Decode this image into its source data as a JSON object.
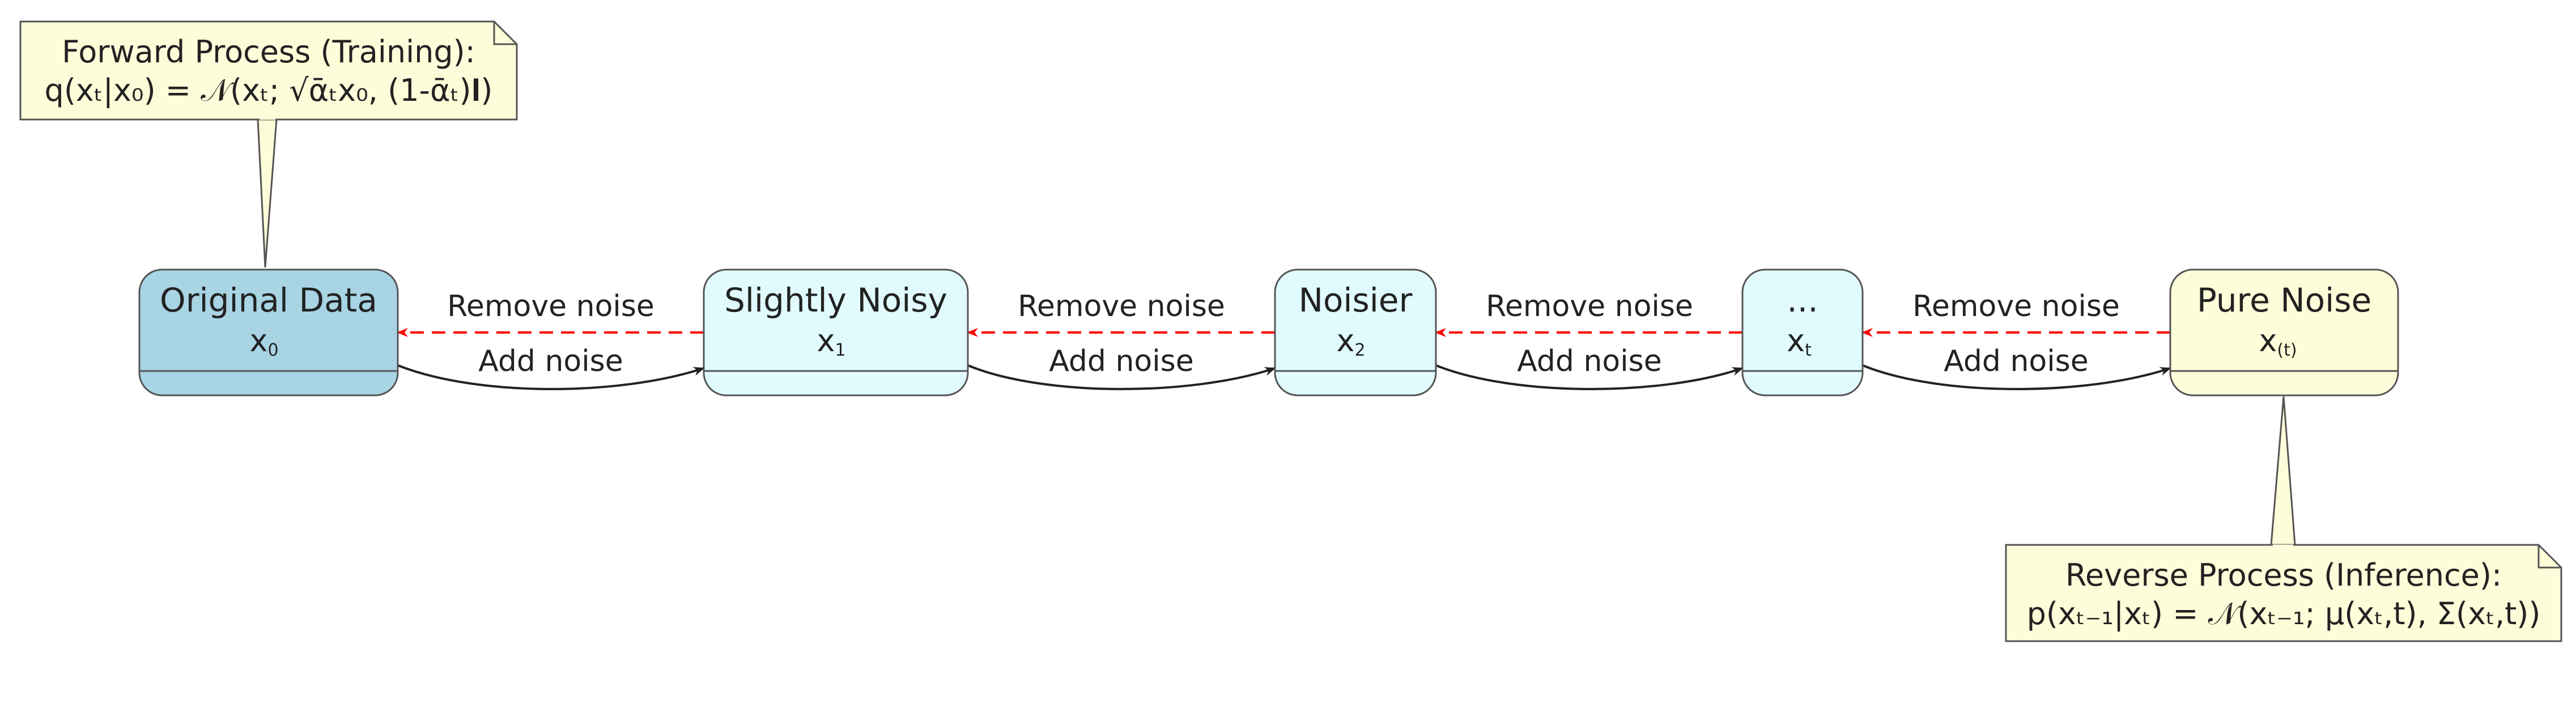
{
  "nodes": [
    {
      "title": "Original Data",
      "symbol": "x",
      "subscript": "0",
      "fill": "#a8d4e4"
    },
    {
      "title": "Slightly Noisy",
      "symbol": "x",
      "subscript": "1",
      "fill": "#e0fafd"
    },
    {
      "title": "Noisier",
      "symbol": "x",
      "subscript": "2",
      "fill": "#e0fafd"
    },
    {
      "title": "...",
      "symbol": "x",
      "subscript": "t",
      "fill": "#e0fafd"
    },
    {
      "title": "Pure Noise",
      "symbol": "x",
      "subscript": "(t)",
      "fill": "#fefdd9"
    }
  ],
  "edges": {
    "forward_label": "Add noise",
    "reverse_label": "Remove noise",
    "forward_color": "#222222",
    "reverse_color": "#ff0000"
  },
  "notes": {
    "forward": {
      "line1": "Forward Process (Training):",
      "line2": "q(xₜ|x₀) = 𝒩(xₜ; √ᾱₜx₀, (1-ᾱₜ)𝐈)"
    },
    "reverse": {
      "line1": "Reverse Process (Inference):",
      "line2": "p(xₜ₋₁|xₜ) = 𝒩(xₜ₋₁; μ(xₜ,t), Σ(xₜ,t))"
    },
    "fill": "#fefdd9"
  }
}
